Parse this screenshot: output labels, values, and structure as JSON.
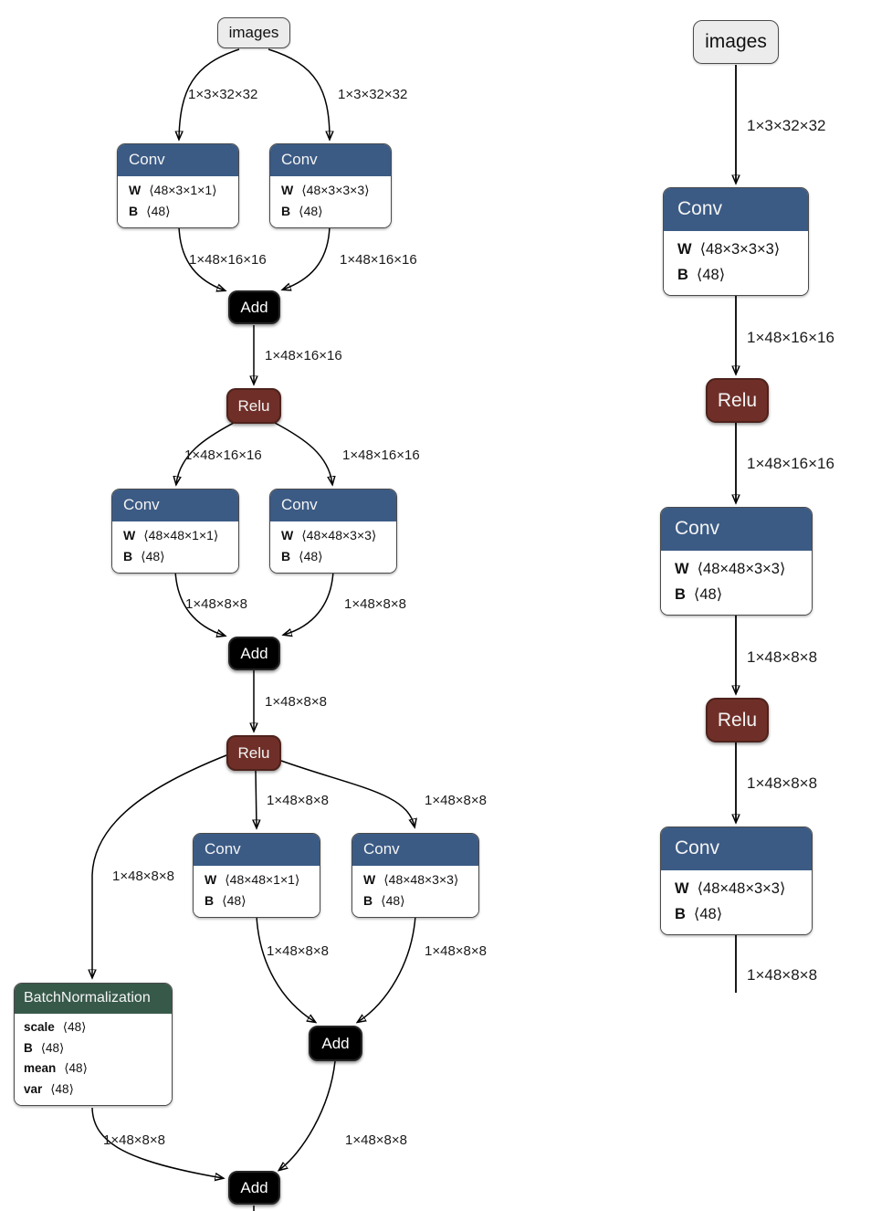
{
  "diagram_kind": "neural-network-graph-comparison",
  "colors": {
    "conv_header": "#3b5b85",
    "batchnorm_header": "#37594a",
    "relu_fill": "#6f2f28",
    "add_fill": "#000000",
    "input_fill": "#ececec",
    "edge": "#000000",
    "background": "#ffffff"
  },
  "left_graph": {
    "input_node": {
      "label": "images"
    },
    "nodes": {
      "conv1a": {
        "title": "Conv",
        "params": [
          {
            "name": "W",
            "value": "⟨48×3×1×1⟩"
          },
          {
            "name": "B",
            "value": "⟨48⟩"
          }
        ]
      },
      "conv1b": {
        "title": "Conv",
        "params": [
          {
            "name": "W",
            "value": "⟨48×3×3×3⟩"
          },
          {
            "name": "B",
            "value": "⟨48⟩"
          }
        ]
      },
      "add1": {
        "title": "Add"
      },
      "relu1": {
        "title": "Relu"
      },
      "conv2a": {
        "title": "Conv",
        "params": [
          {
            "name": "W",
            "value": "⟨48×48×1×1⟩"
          },
          {
            "name": "B",
            "value": "⟨48⟩"
          }
        ]
      },
      "conv2b": {
        "title": "Conv",
        "params": [
          {
            "name": "W",
            "value": "⟨48×48×3×3⟩"
          },
          {
            "name": "B",
            "value": "⟨48⟩"
          }
        ]
      },
      "add2": {
        "title": "Add"
      },
      "relu2": {
        "title": "Relu"
      },
      "conv3a": {
        "title": "Conv",
        "params": [
          {
            "name": "W",
            "value": "⟨48×48×1×1⟩"
          },
          {
            "name": "B",
            "value": "⟨48⟩"
          }
        ]
      },
      "conv3b": {
        "title": "Conv",
        "params": [
          {
            "name": "W",
            "value": "⟨48×48×3×3⟩"
          },
          {
            "name": "B",
            "value": "⟨48⟩"
          }
        ]
      },
      "batchnorm": {
        "title": "BatchNormalization",
        "params": [
          {
            "name": "scale",
            "value": "⟨48⟩"
          },
          {
            "name": "B",
            "value": "⟨48⟩"
          },
          {
            "name": "mean",
            "value": "⟨48⟩"
          },
          {
            "name": "var",
            "value": "⟨48⟩"
          }
        ]
      },
      "add3": {
        "title": "Add"
      },
      "add4": {
        "title": "Add"
      }
    },
    "edge_labels": [
      "1×3×32×32",
      "1×3×32×32",
      "1×48×16×16",
      "1×48×16×16",
      "1×48×16×16",
      "1×48×16×16",
      "1×48×16×16",
      "1×48×8×8",
      "1×48×8×8",
      "1×48×8×8",
      "1×48×8×8",
      "1×48×8×8",
      "1×48×8×8",
      "1×48×8×8",
      "1×48×8×8",
      "1×48×8×8",
      "1×48×8×8"
    ]
  },
  "right_graph": {
    "input_node": {
      "label": "images"
    },
    "nodes": {
      "conv1": {
        "title": "Conv",
        "params": [
          {
            "name": "W",
            "value": "⟨48×3×3×3⟩"
          },
          {
            "name": "B",
            "value": "⟨48⟩"
          }
        ]
      },
      "relu1": {
        "title": "Relu"
      },
      "conv2": {
        "title": "Conv",
        "params": [
          {
            "name": "W",
            "value": "⟨48×48×3×3⟩"
          },
          {
            "name": "B",
            "value": "⟨48⟩"
          }
        ]
      },
      "relu2": {
        "title": "Relu"
      },
      "conv3": {
        "title": "Conv",
        "params": [
          {
            "name": "W",
            "value": "⟨48×48×3×3⟩"
          },
          {
            "name": "B",
            "value": "⟨48⟩"
          }
        ]
      }
    },
    "edge_labels": [
      "1×3×32×32",
      "1×48×16×16",
      "1×48×16×16",
      "1×48×8×8",
      "1×48×8×8",
      "1×48×8×8"
    ]
  }
}
